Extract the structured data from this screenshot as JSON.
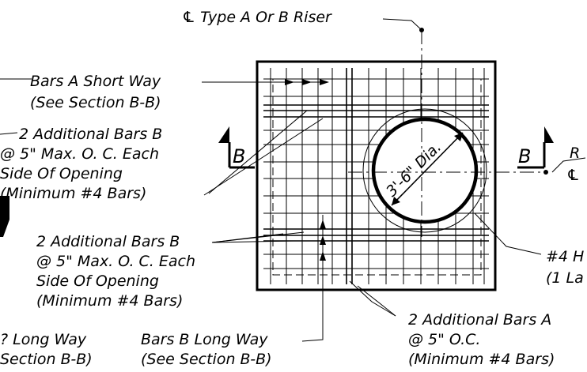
{
  "labels": {
    "riser": "℄ Type A Or B Riser",
    "bars_a_short_1": "Bars A Short Way",
    "bars_a_short_2": "(See Section B-B)",
    "add_b_left_1": "2 Additional Bars B",
    "add_b_left_2": "@ 5\" Max. O. C. Each",
    "add_b_left_3": "Side Of Opening",
    "add_b_left_4": "(Minimum  #4 Bars)",
    "add_b_mid_1": "2 Additional Bars B",
    "add_b_mid_2": "@ 5\" Max. O. C. Each",
    "add_b_mid_3": "Side Of Opening",
    "add_b_mid_4": "(Minimum  #4 Bars)",
    "long_left_1": "? Long Way",
    "long_left_2": "Section B-B)",
    "bars_b_long_1": "Bars B Long Way",
    "bars_b_long_2": "(See Section B-B)",
    "add_a_1": "2 Additional Bars A",
    "add_a_2": "@ 5\" O.C.",
    "add_a_3": "(Minimum  #4 Bars)",
    "hoop_1": "#4 H",
    "hoop_2": "(1 La",
    "right_r": "R",
    "right_cl": "℄",
    "diameter": "3'-6\" Dia.",
    "section_left": "B",
    "section_right": "B"
  }
}
